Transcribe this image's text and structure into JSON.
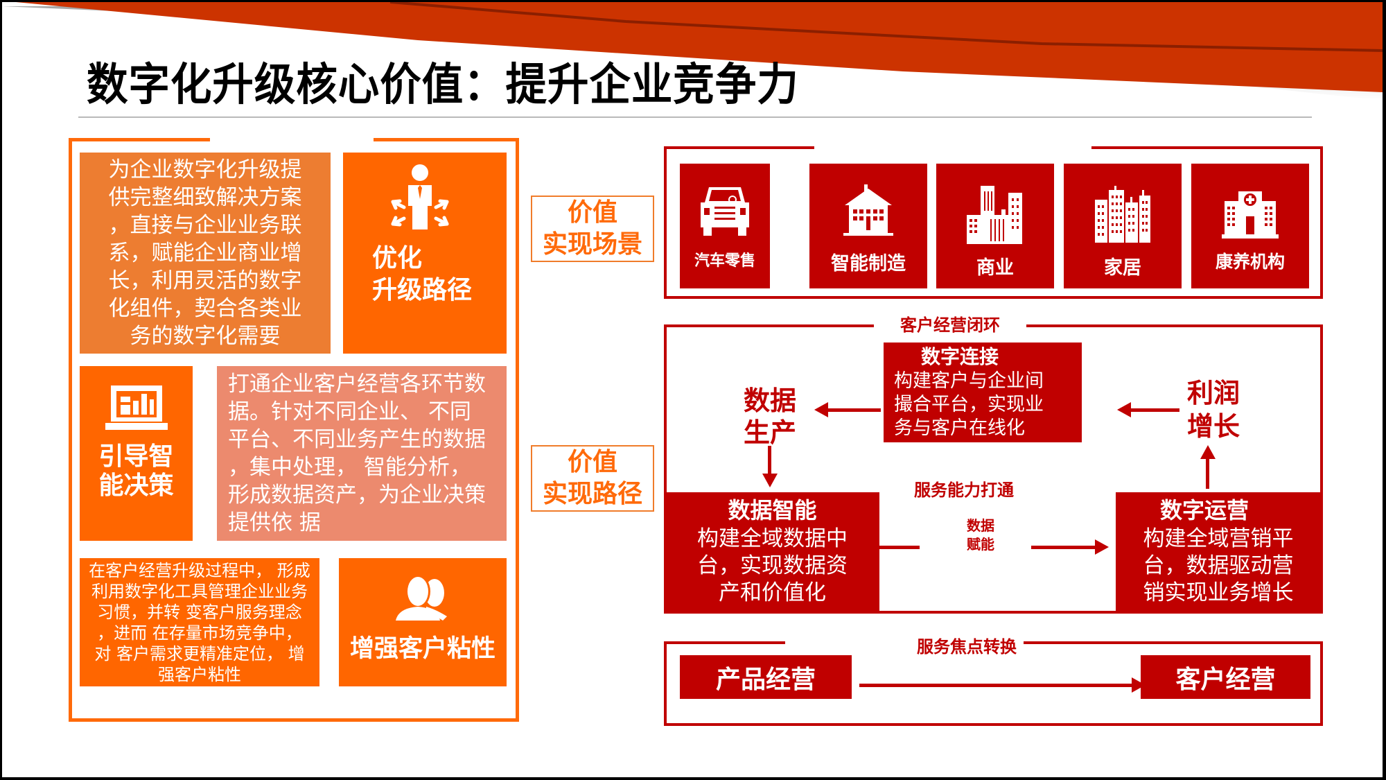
{
  "slide": {
    "title": "数字化升级核心价值：提升企业竞争力",
    "colors": {
      "banner": "#cc3300",
      "orange_accent": "#ff6600",
      "orange_text_box": "#ed7d31",
      "salmon_text_box": "#ec8a6e",
      "red_accent": "#c00000"
    }
  },
  "left_panel": {
    "optimize": {
      "description": "为企业数字化升级提供完整细致解决方案，直接与企业业务联系，赋能企业商业增长，利用灵活的数字化组件，契合各类业务的数字化需要",
      "description_lines": [
        "为企业数字化升级提",
        "供完整细致解决方案",
        "，直接与企业业务联",
        "系，赋能企业商业增",
        "长，利用灵活的数字",
        "化组件，契合各类业",
        "务的数字化需要"
      ],
      "heading_line1": "优化",
      "heading_line2": "升级路径",
      "icon": "person-arrows-icon"
    },
    "decision": {
      "heading_line1": "引导智",
      "heading_line2": "能决策",
      "icon": "chart-monitor-icon",
      "description_lines": [
        "打通企业客户经营各环节数",
        "据。针对不同企业、 不同",
        "平台、不同业务产生的数据",
        "，集中处理， 智能分析，",
        "形成数据资产，为企业决策",
        "提供依 据"
      ]
    },
    "stickiness": {
      "description_lines": [
        "在客户经营升级过程中， 形成",
        "利用数字化工具管理企业业务",
        "习惯，并转  变客户服务理念",
        "，进而  在存量市场竞争中，",
        "对  客户需求更精准定位，  增",
        "强客户粘性"
      ],
      "heading": "增强客户粘性",
      "icon": "users-icon"
    }
  },
  "side_labels": {
    "scenes": {
      "line1": "价值",
      "line2": "实现场景"
    },
    "path": {
      "line1": "价值",
      "line2": "实现路径"
    }
  },
  "scenes": [
    {
      "label": "汽车零售",
      "icon": "car-icon"
    },
    {
      "label": "智能制造",
      "icon": "factory-house-icon"
    },
    {
      "label": "商业",
      "icon": "office-buildings-icon"
    },
    {
      "label": "家居",
      "icon": "apartments-icon"
    },
    {
      "label": "康养机构",
      "icon": "hospital-icon"
    }
  ],
  "loop": {
    "caption": "客户经营闭环",
    "digital_connect": {
      "title": "数字连接",
      "lines": [
        "构建客户与企业间",
        "撮合平台，实现业",
        "务与客户在线化"
      ]
    },
    "data_production": {
      "line1": "数据",
      "line2": "生产"
    },
    "profit_growth": {
      "line1": "利润",
      "line2": "增长"
    },
    "service_link": "服务能力打通",
    "data_intelligence": {
      "title": "数据智能",
      "lines": [
        "构建全域数据中",
        "台，实现数据资",
        "产和价值化"
      ]
    },
    "data_enable": {
      "line1": "数据",
      "line2": "赋能"
    },
    "digital_ops": {
      "title": "数字运营",
      "lines": [
        "构建全域营销平",
        "台，数据驱动营",
        "销实现业务增长"
      ]
    }
  },
  "focus_shift": {
    "caption": "服务焦点转换",
    "from": "产品经营",
    "to": "客户经营"
  }
}
